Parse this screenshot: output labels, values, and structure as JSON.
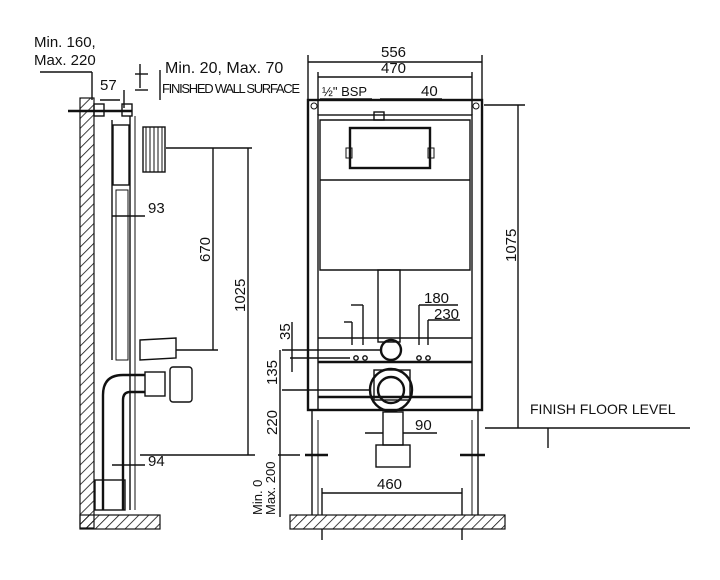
{
  "side_view": {
    "wall_depth_label_line1": "Min. 160,",
    "wall_depth_label_line2": "Max. 220",
    "frame_offset": "57",
    "finished_wall_range": "Min. 20, Max. 70",
    "finished_wall_surface": "FINISHED WALL SURFACE",
    "depth_93": "93",
    "height_670": "670",
    "height_1025": "1025",
    "depth_94": "94"
  },
  "front_view": {
    "overall_width": "556",
    "inner_width": "470",
    "bsp_label": "½\" BSP",
    "offset_40": "40",
    "overall_height": "1075",
    "dim_180": "180",
    "dim_230": "230",
    "dim_35": "35",
    "dim_135": "135",
    "dim_220": "220",
    "dim_90": "90",
    "leg_range_line1": "Min. 0",
    "leg_range_line2": "Max. 200",
    "foot_spacing": "460",
    "finish_floor_level": "FINISH FLOOR LEVEL"
  }
}
